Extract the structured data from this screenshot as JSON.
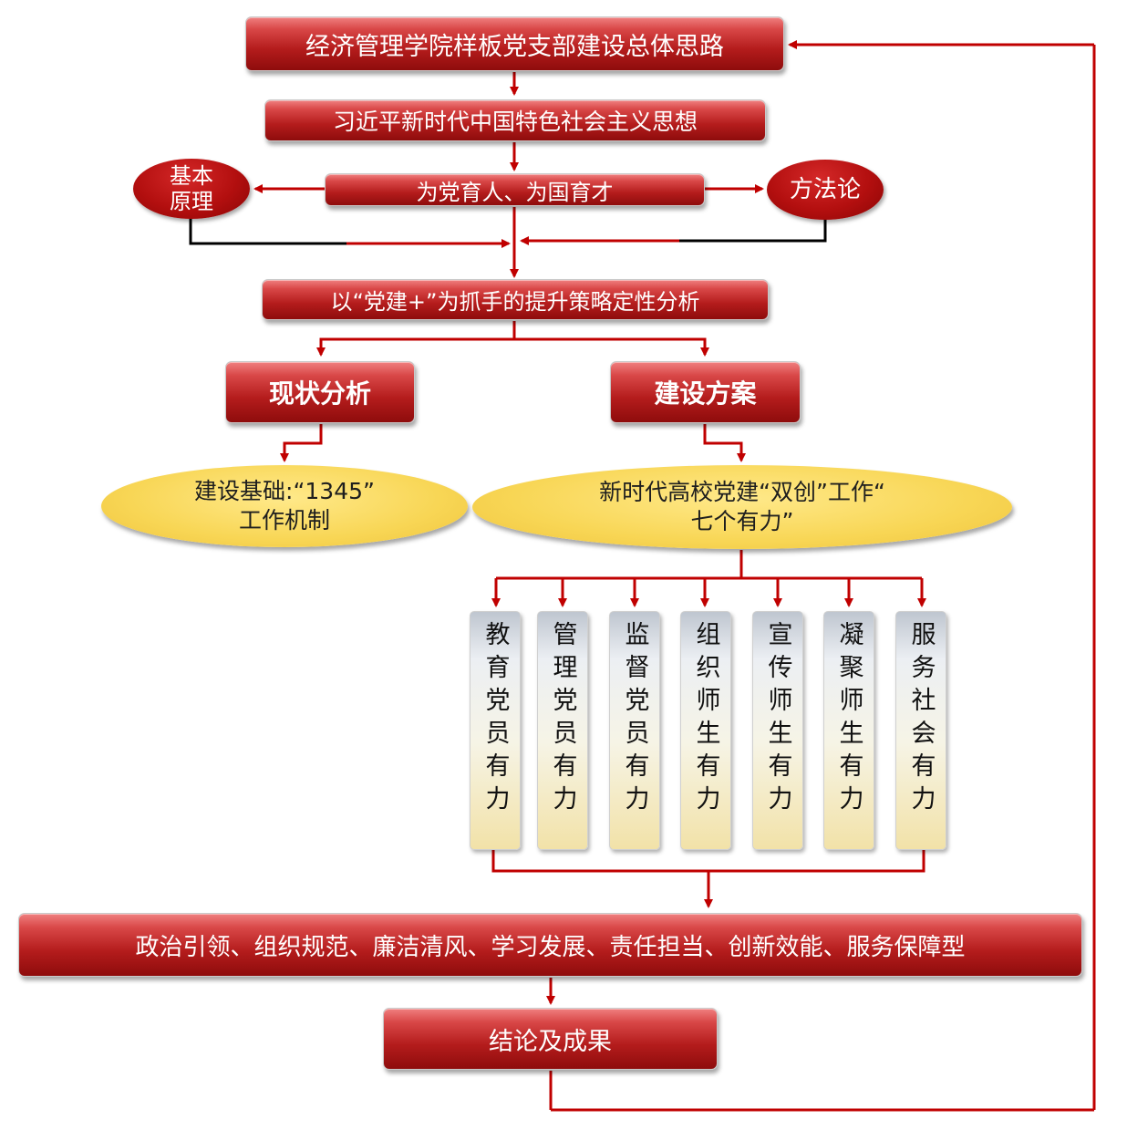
{
  "title": "经济管理学院样板党支部建设总体思路",
  "level2": "习近平新时代中国特色社会主义思想",
  "level3": "为党育人、为国育才",
  "left_oval": "基本\n原理",
  "right_oval": "方法论",
  "level4": "以“党建+”为抓手的提升策略定性分析",
  "left_branch": {
    "header": "现状分析",
    "oval_line1": "建设基础:“1345”",
    "oval_line2": "工作机制"
  },
  "right_branch": {
    "header": "建设方案",
    "oval_line1": "新时代高校党建“双创”工作“",
    "oval_line2": "七个有力”"
  },
  "seven_items": [
    "教育党员有力",
    "管理党员有力",
    "监督党员有力",
    "组织师生有力",
    "宣传师生有力",
    "凝聚师生有力",
    "服务社会有力"
  ],
  "types_bar": "政治引领、组织规范、廉洁清风、学习发展、责任担当、创新效能、服务保障型",
  "conclusion": "结论及成果",
  "colors": {
    "primary_red": "#b41c1c",
    "line_red": "#c00000",
    "oval_yellow": "#f8d655",
    "black_line": "#000000"
  }
}
